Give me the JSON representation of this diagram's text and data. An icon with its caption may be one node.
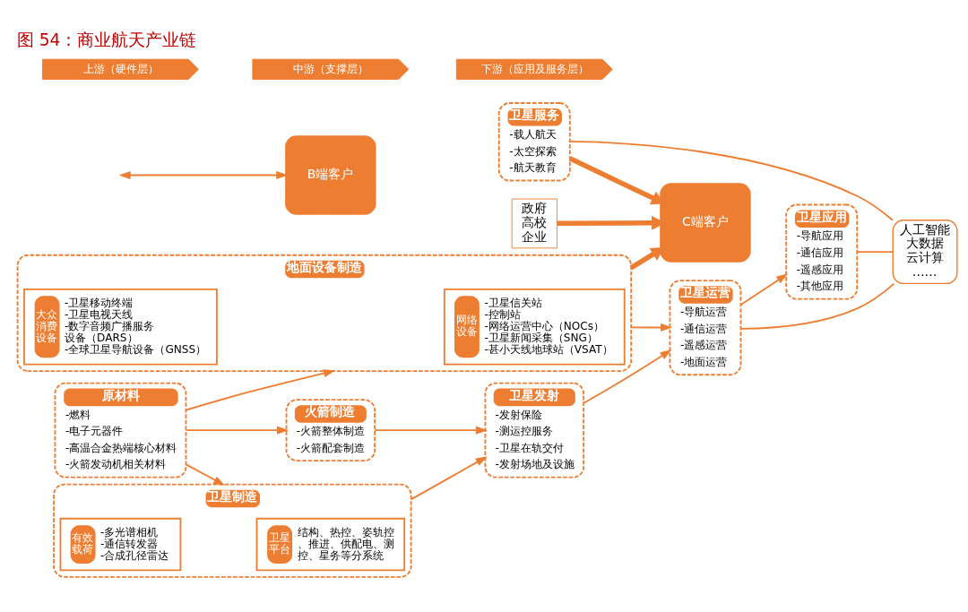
{
  "diagram": {
    "title": "图 54：商业航天产业链",
    "nodes": [
      {
        "text": [
          "火箭制造",
          "-火箭整体制造",
          "-火箭配套制造"
        ]
      },
      {
        "text": [
          "卫星制造"
        ]
      },
      {
        "text": [
          "卫星平台",
          "结构、热控、姿轨控、推进、供配电、测控、星务等分系统"
        ],
        "in": 1
      },
      {
        "text": [
          "有效载荷",
          "-多光谱相机",
          "-通信转发器",
          "-合成孔径雷达"
        ],
        "in": 1
      },
      {
        "text": [
          "原材料",
          "-燃料",
          "-电子元器件",
          "-高温合金热端核心材料",
          "-火箭发动机相关材料"
        ]
      },
      {
        "text": [
          "卫星发射",
          "-发射保险",
          "-测运控服务",
          "-卫星在轨交付",
          "-发射场地及设施"
        ]
      },
      {
        "text": [
          "地面设备制造"
        ]
      },
      {
        "text": [
          "网络设备",
          "-卫星信关站",
          "-控制站",
          "-网络运营中心（NOCs）",
          "-卫星新闻采集（SNG）",
          "-甚小天线地球站（VSAT）"
        ],
        "in": 6
      },
      {
        "text": [
          "大众消费设备",
          "-卫星移动终端",
          "-卫星电视天线",
          "-数字音频广播服务设备（DARS）",
          "-全球卫星导航设备（GNSS）"
        ],
        "in": 6
      },
      {
        "text": [
          "卫星运营",
          "-导航运营",
          "-通信运营",
          "-遥感运营",
          "-地面运营"
        ]
      },
      {
        "text": [
          "卫星应用",
          "-导航应用",
          "-通信应用",
          "-遥感应用",
          "-其他应用"
        ]
      },
      {
        "text": [
          "卫星服务",
          "-载人航天",
          "-太空探索",
          "-航天教育"
        ]
      },
      {
        "text": [
          "人工智能",
          "大数据",
          "云计算",
          "……"
        ]
      },
      {
        "text": [
          "B端客户"
        ]
      },
      {
        "text": [
          "政府",
          "高校",
          "企业"
        ]
      },
      {
        "text": [
          "C端客户"
        ]
      },
      {
        "text": [
          "上游（硬件层）"
        ]
      },
      {
        "text": [
          "中游（支撑层）"
        ]
      },
      {
        "text": [
          "下游（应用及服务层）"
        ]
      }
    ],
    "edges": [
      {
        "from": 4,
        "to": 0,
        "arrow": "to"
      },
      {
        "from": 4,
        "to": 1,
        "arrow": "to"
      },
      {
        "from": 0,
        "to": 5,
        "arrow": "to"
      },
      {
        "from": 1,
        "to": 5,
        "arrow": "to"
      },
      {
        "from": 4,
        "to": 6,
        "arrow": "to"
      },
      {
        "from": 5,
        "to": 9,
        "arrow": "to"
      },
      {
        "from": 6,
        "to": 9,
        "arrow": "to"
      },
      {
        "from": 9,
        "to": 10,
        "arrow": "to"
      },
      {
        "from": 9,
        "to": 12,
        "arrow": "none"
      },
      {
        "from": 10,
        "to": 12,
        "arrow": "none"
      },
      {
        "from": 11,
        "to": 12,
        "arrow": "none"
      },
      {
        "from": null,
        "to": 13,
        "arrow": "both"
      },
      {
        "from": 11,
        "to": 15,
        "arrow": "to",
        "style": "thick"
      },
      {
        "from": 6,
        "to": 15,
        "arrow": "to",
        "style": "thick"
      },
      {
        "from": 14,
        "to": 15,
        "arrow": "to",
        "style": "thick"
      }
    ]
  }
}
